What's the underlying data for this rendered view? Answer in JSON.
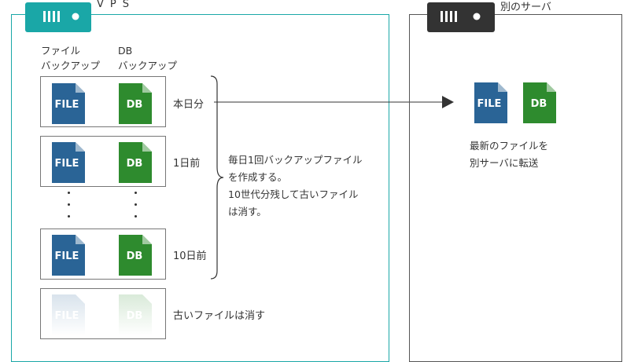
{
  "vps": {
    "title": "VPS",
    "col_file_label": "ファイル\nバックアップ",
    "col_db_label": "DB\nバックアップ",
    "rows": [
      {
        "label": "本日分",
        "file_text": "FILE",
        "db_text": "DB"
      },
      {
        "label": "1日前",
        "file_text": "FILE",
        "db_text": "DB"
      },
      {
        "label": "10日前",
        "file_text": "FILE",
        "db_text": "DB"
      },
      {
        "label": "古いファイルは消す",
        "file_text": "FILE",
        "db_text": "DB"
      }
    ],
    "note": "毎日1回バックアップファイル\nを作成する。\n10世代分残して古いファイル\nは消す。"
  },
  "other_server": {
    "title": "別のサーバ",
    "file_text": "FILE",
    "db_text": "DB",
    "caption": "最新のファイルを\n別サーバに転送"
  },
  "colors": {
    "vps_accent": "#1aa7a7",
    "server_dark": "#333333",
    "file_blue": "#2a6496",
    "db_green": "#2e8b2e"
  }
}
